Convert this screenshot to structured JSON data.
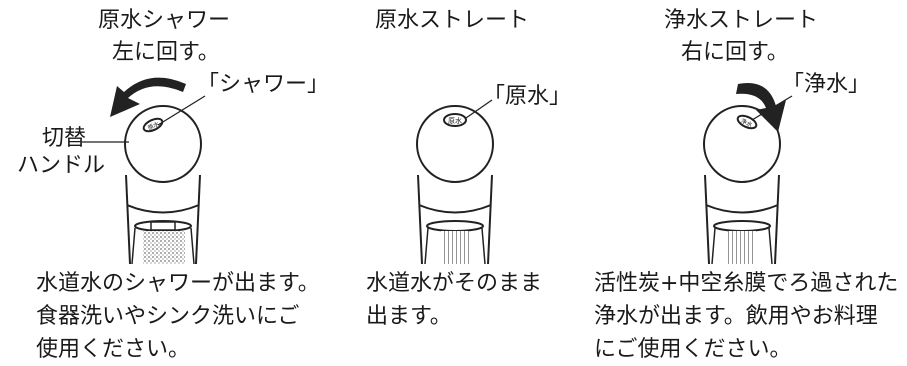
{
  "panels": [
    {
      "mode_title": "原水シャワー",
      "instruction": "左に回す。",
      "callout": "「シャワー」",
      "handle_label_1": "切替",
      "handle_label_2": "ハンドル",
      "desc_lines": [
        "水道水のシャワーが出ます。",
        "食器洗いやシンク洗いにご",
        "使用ください。"
      ]
    },
    {
      "mode_title": "原水ストレート",
      "callout": "「原水」",
      "desc_lines": [
        "水道水がそのまま",
        "出ます。"
      ]
    },
    {
      "mode_title": "浄水ストレート",
      "instruction": "右に回す。",
      "callout": "「浄水」",
      "desc_lines": [
        "活性炭+中空糸膜でろ過された",
        "浄水が出ます。飲用やお料理",
        "にご使用ください。"
      ]
    }
  ],
  "knob_marks": [
    "原水",
    "原水",
    "浄水"
  ],
  "icons": [
    "rotate-left-arrow-icon",
    "rotate-right-arrow-icon"
  ]
}
